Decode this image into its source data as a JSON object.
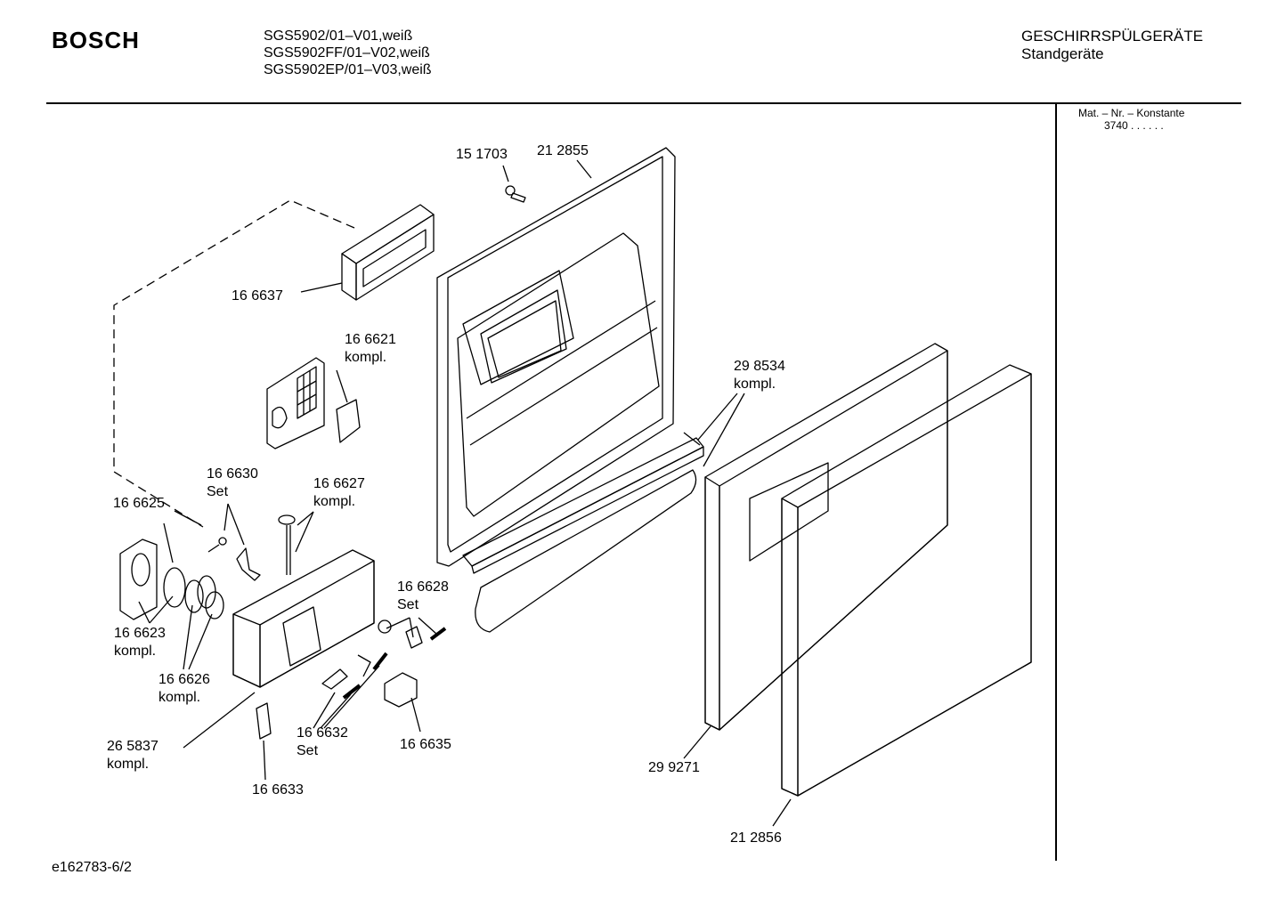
{
  "header": {
    "brand": "BOSCH",
    "models": [
      "SGS5902/01–V01,weiß",
      "SGS5902FF/01–V02,weiß",
      "SGS5902EP/01–V03,weiß"
    ],
    "category": "GESCHIRRSPÜLGERÄTE",
    "subcategory": "Standgeräte"
  },
  "sidebar": {
    "mat_label": "Mat. – Nr. – Konstante",
    "mat_value": "3740  .  .  .  .  .  ."
  },
  "footer": {
    "code": "e162783-6/2"
  },
  "parts": [
    {
      "id": "p151703",
      "lines": [
        "15 1703"
      ]
    },
    {
      "id": "p212855",
      "lines": [
        "21 2855"
      ]
    },
    {
      "id": "p166637",
      "lines": [
        "16 6637"
      ]
    },
    {
      "id": "p166621",
      "lines": [
        "16 6621",
        "kompl."
      ]
    },
    {
      "id": "p298534",
      "lines": [
        "29 8534",
        "kompl."
      ]
    },
    {
      "id": "p166630",
      "lines": [
        "16 6630",
        "Set"
      ]
    },
    {
      "id": "p166627",
      "lines": [
        "16 6627",
        "kompl."
      ]
    },
    {
      "id": "p166625",
      "lines": [
        "16 6625"
      ]
    },
    {
      "id": "p166628",
      "lines": [
        "16 6628",
        "Set"
      ]
    },
    {
      "id": "p166623",
      "lines": [
        "16 6623",
        "kompl."
      ]
    },
    {
      "id": "p166626",
      "lines": [
        "16 6626",
        "kompl."
      ]
    },
    {
      "id": "p265837",
      "lines": [
        "26 5837",
        "kompl."
      ]
    },
    {
      "id": "p166632",
      "lines": [
        "16 6632",
        "Set"
      ]
    },
    {
      "id": "p166635",
      "lines": [
        "16 6635"
      ]
    },
    {
      "id": "p299271",
      "lines": [
        "29 9271"
      ]
    },
    {
      "id": "p166633",
      "lines": [
        "16 6633"
      ]
    },
    {
      "id": "p212856",
      "lines": [
        "21 2856"
      ]
    }
  ]
}
